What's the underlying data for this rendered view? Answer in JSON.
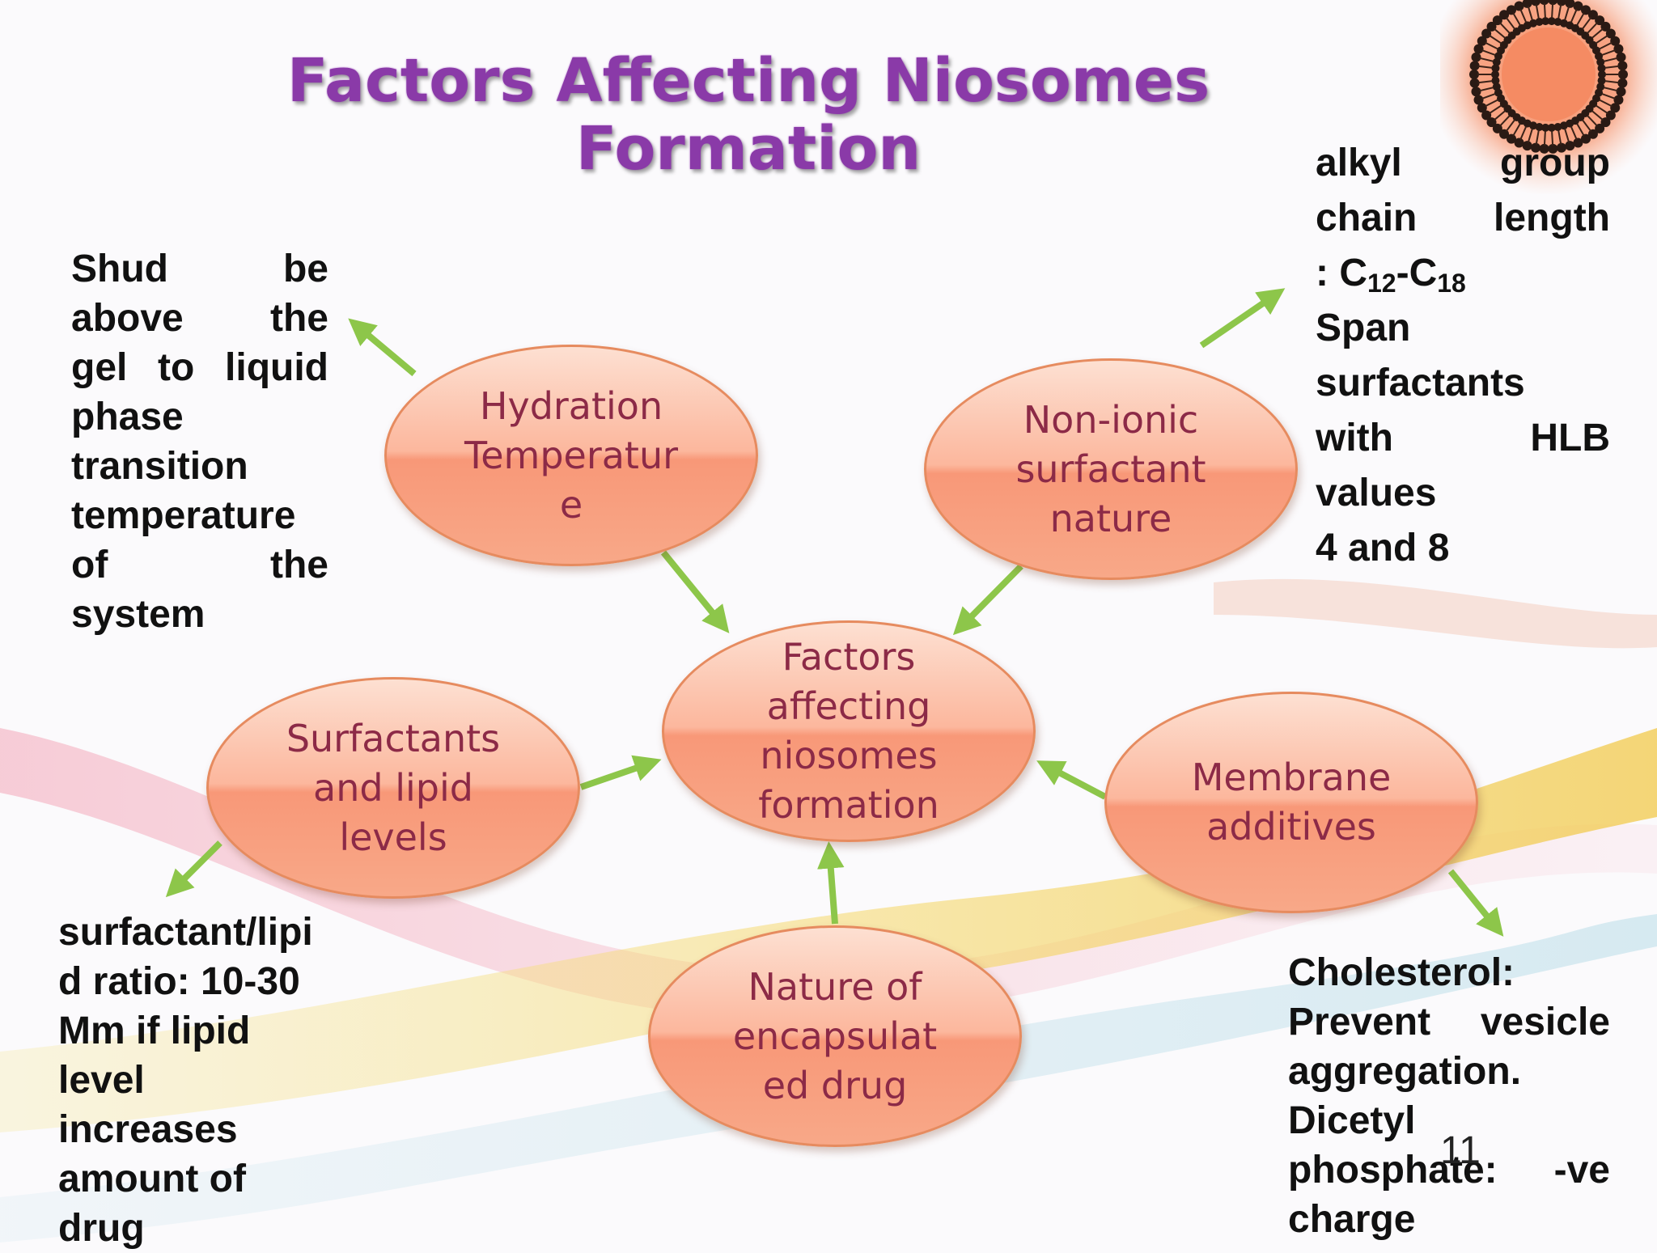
{
  "slide": {
    "title_line1": "Factors Affecting Niosomes",
    "title_line2": "Formation",
    "page_number": "11",
    "accent_color": "#8a3aa8",
    "node_color": "#fcb79d",
    "arrow_color": "#8dc64a"
  },
  "nodes": {
    "center": [
      "Factors",
      "affecting",
      "niosomes",
      "formation"
    ],
    "hydration": [
      "Hydration",
      "Temperatur",
      "e"
    ],
    "nonionic": [
      "Non-ionic",
      "surfactant",
      "nature"
    ],
    "surfactants": [
      "Surfactants",
      "and lipid",
      "levels"
    ],
    "membrane": [
      "Membrane",
      "additives"
    ],
    "drug": [
      "Nature of",
      "encapsulat",
      "ed drug"
    ]
  },
  "notes": {
    "hydration": {
      "r1a": "Shud",
      "r1b": "be",
      "r2a": "above",
      "r2b": "the",
      "r3a": "gel",
      "r3b": "to",
      "r3c": "liquid",
      "l4": "phase",
      "l5": "transition",
      "l6": "temperature",
      "r7a": "of",
      "r7b": "the",
      "l8": "system"
    },
    "nonionic": {
      "r1a": "alkyl",
      "r1b": "group",
      "r2a": "chain",
      "r2b": "length",
      "l3_prefix": ": C",
      "l3_sub1": "12",
      "l3_mid": "-C",
      "l3_sub2": "18",
      "l4": "Span",
      "l5": "surfactants",
      "r6a": "with",
      "r6b": "HLB",
      "l7": "values",
      "l8": "4 and 8"
    },
    "surfactants": {
      "l1": "surfactant/lipi",
      "l2": "d ratio: 10-30",
      "l3": "Mm if lipid",
      "l4": "level",
      "l5": "increases",
      "l6": "amount of",
      "l7": "drug"
    },
    "membrane": {
      "l1": "Cholesterol:",
      "r2a": "Prevent",
      "r2b": "vesicle",
      "l3": "aggregation.",
      "l4": "Dicetyl",
      "r5a": "phosphate:",
      "r5b": "-ve",
      "l6": "charge"
    }
  }
}
